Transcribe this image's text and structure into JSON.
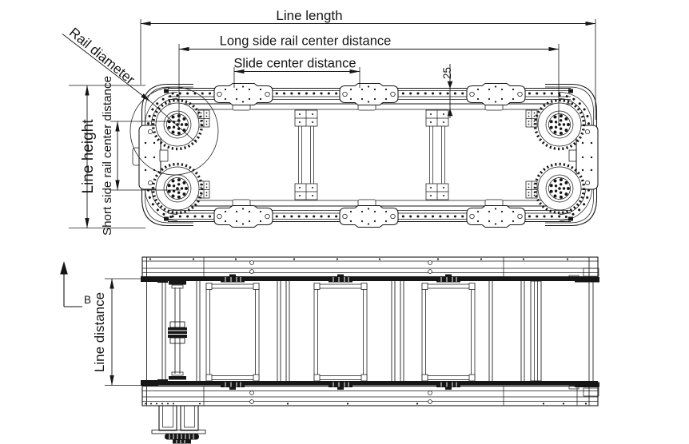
{
  "drawing": {
    "kind": "engineering-drawing",
    "subject": "Pallet conveyor line - plan view and side view",
    "ink_color": "#161616",
    "background_color": "#ffffff"
  },
  "labels": {
    "line_length": "Line length",
    "long_side": "Long side rail center distance",
    "slide_center": "Slide center distance",
    "rail_diameter": "Rail diameter",
    "line_height": "Line height",
    "short_side": "Short side rail center distance",
    "offset_25": "25",
    "view_b": "B",
    "line_distance": "Line distance"
  }
}
